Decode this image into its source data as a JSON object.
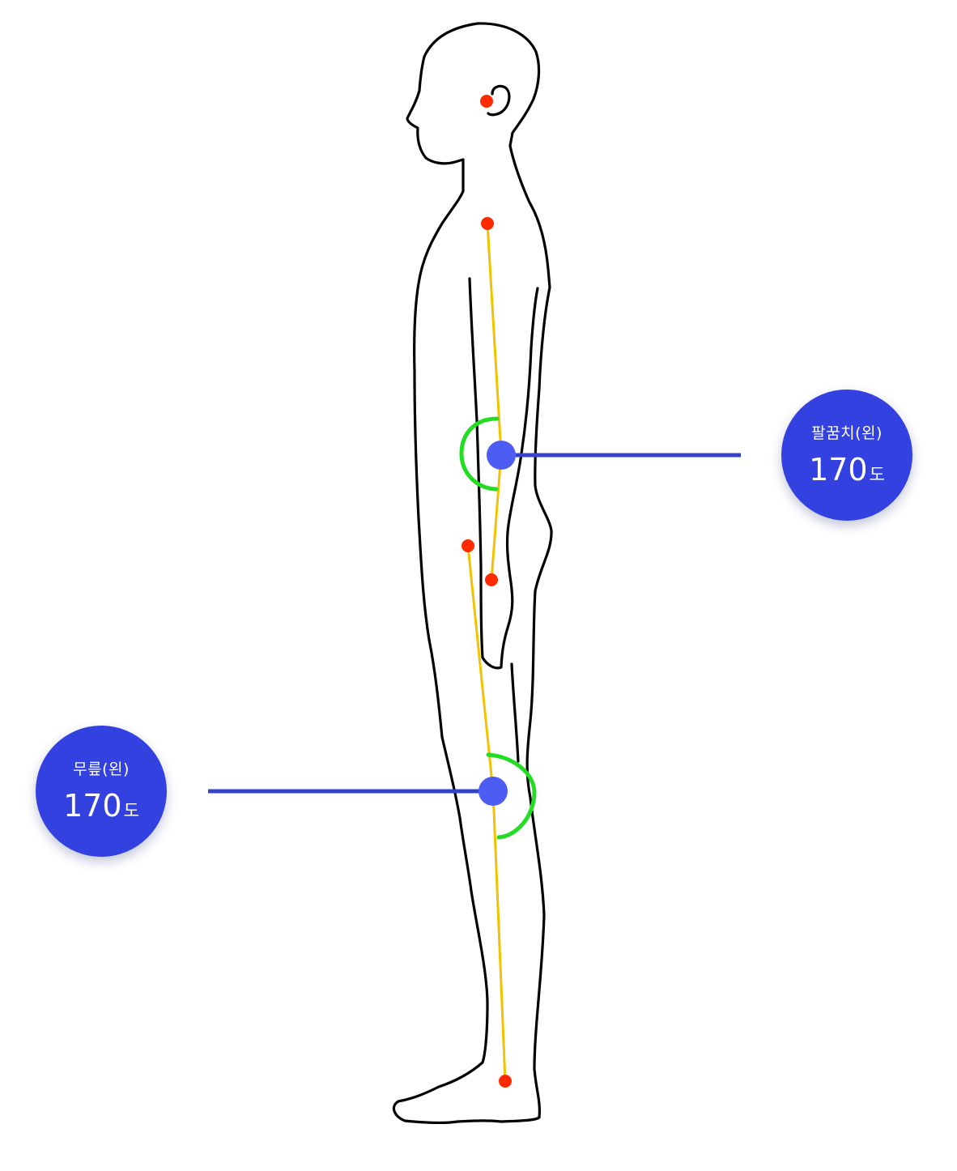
{
  "colors": {
    "outline": "#000000",
    "limb_line": "#f2c200",
    "joint_dot": "#ff2a00",
    "angle_arc": "#22dd22",
    "pivot": "#4d5cf2",
    "leader": "#3344cc",
    "badge": "#3241e0"
  },
  "measurements": [
    {
      "id": "elbow",
      "label": "팔꿈치(왼)",
      "value": "170",
      "unit": "도"
    },
    {
      "id": "knee",
      "label": "무릎(왼)",
      "value": "170",
      "unit": "도"
    }
  ]
}
